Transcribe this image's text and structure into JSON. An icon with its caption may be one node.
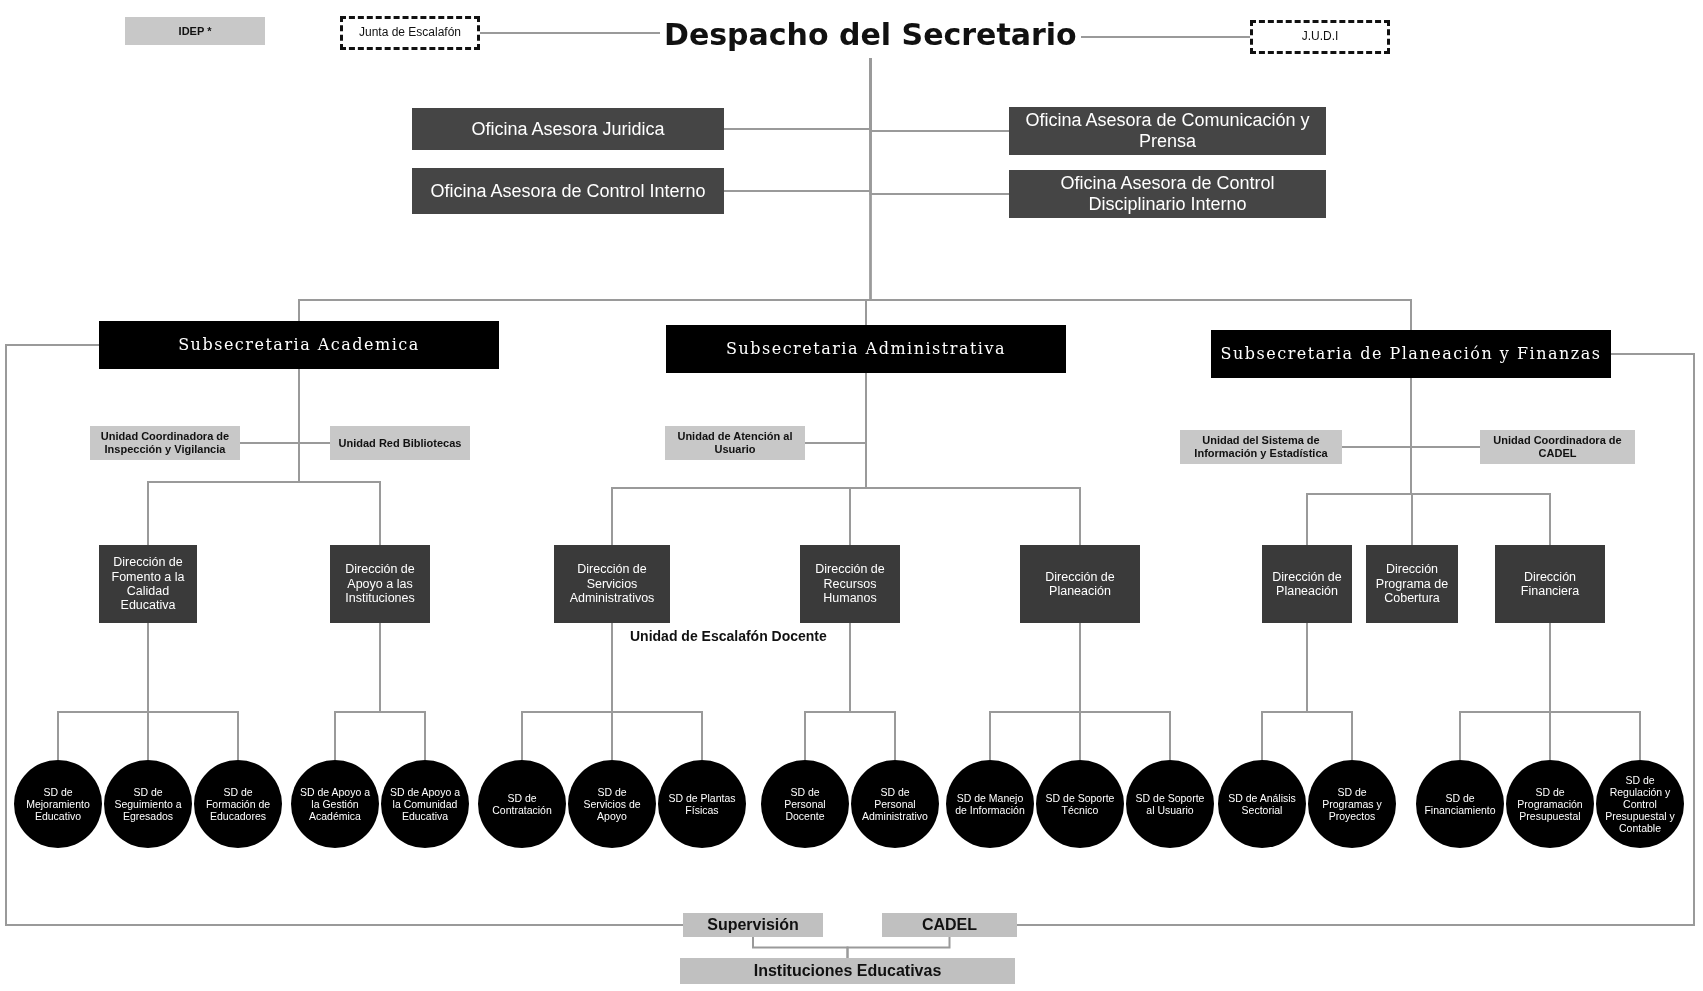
{
  "diagram": {
    "nodes": [
      {
        "text": [
          "IDEP *"
        ]
      },
      {
        "text": [
          "Junta de Escalafón"
        ]
      },
      {
        "text": [
          "Despacho del Secretario"
        ]
      },
      {
        "text": [
          "J.U.D.I"
        ]
      },
      {
        "text": [
          "Oficina Asesora Juridica"
        ]
      },
      {
        "text": [
          "Oficina Asesora de Comunicación y Prensa"
        ]
      },
      {
        "text": [
          "Oficina Asesora de Control Interno"
        ]
      },
      {
        "text": [
          "Oficina Asesora de Control Disciplinario Interno"
        ]
      },
      {
        "text": [
          "Subsecretaria Academica"
        ]
      },
      {
        "text": [
          "Subsecretaria Administrativa"
        ]
      },
      {
        "text": [
          "Subsecretaria de Planeación y Finanzas"
        ]
      },
      {
        "text": [
          "Unidad Coordinadora de Inspección y Vigilancia"
        ]
      },
      {
        "text": [
          "Unidad Red Bibliotecas"
        ]
      },
      {
        "text": [
          "Unidad de Atención al Usuario"
        ]
      },
      {
        "text": [
          "Unidad del Sistema de Información y Estadística"
        ]
      },
      {
        "text": [
          "Unidad Coordinadora de CADEL"
        ]
      },
      {
        "text": [
          "Dirección de Fomento a la Calidad Educativa"
        ]
      },
      {
        "text": [
          "Dirección de Apoyo a las Instituciones"
        ]
      },
      {
        "text": [
          "Dirección de Servicios Administrativos"
        ]
      },
      {
        "text": [
          "Dirección de Recursos Humanos"
        ]
      },
      {
        "text": [
          "Dirección de Planeación"
        ]
      },
      {
        "text": [
          "Dirección de Planeación"
        ]
      },
      {
        "text": [
          "Dirección Programa de Cobertura"
        ]
      },
      {
        "text": [
          "Dirección Financiera"
        ]
      },
      {
        "text": [
          "SD de Mejoramiento Educativo"
        ]
      },
      {
        "text": [
          "SD de Seguimiento a Egresados"
        ]
      },
      {
        "text": [
          "SD de Formación de Educadores"
        ]
      },
      {
        "text": [
          "SD de Apoyo a la Gestión Académica"
        ]
      },
      {
        "text": [
          "SD de Apoyo a la Comunidad Educativa"
        ]
      },
      {
        "text": [
          "SD de Contratación"
        ]
      },
      {
        "text": [
          "SD de Servicios de Apoyo"
        ]
      },
      {
        "text": [
          "SD de Plantas Físicas"
        ]
      },
      {
        "text": [
          "SD de Personal Docente"
        ]
      },
      {
        "text": [
          "SD de Personal Administrativo"
        ]
      },
      {
        "text": [
          "SD de Manejo de Información"
        ]
      },
      {
        "text": [
          "SD de Soporte Técnico"
        ]
      },
      {
        "text": [
          "SD de Soporte al Usuario"
        ]
      },
      {
        "text": [
          "SD de Análisis Sectorial"
        ]
      },
      {
        "text": [
          "SD de Programas y Proyectos"
        ]
      },
      {
        "text": [
          "SD de Financiamiento"
        ]
      },
      {
        "text": [
          "SD de Programación Presupuestal"
        ]
      },
      {
        "text": [
          "SD de Regulación y Control Presupuestal y Contable"
        ]
      },
      {
        "text": [
          "Supervisión"
        ]
      },
      {
        "text": [
          "CADEL"
        ]
      },
      {
        "text": [
          "Instituciones Educativas"
        ]
      }
    ],
    "edges": [
      {
        "from": 1,
        "to": 2,
        "arrow": "none"
      },
      {
        "from": 2,
        "to": 3,
        "arrow": "none"
      },
      {
        "from": 2,
        "to": 4,
        "arrow": "none"
      },
      {
        "from": 2,
        "to": 5,
        "arrow": "none"
      },
      {
        "from": 2,
        "to": 6,
        "arrow": "none"
      },
      {
        "from": 2,
        "to": 7,
        "arrow": "none"
      },
      {
        "from": 2,
        "to": 8,
        "arrow": "none"
      },
      {
        "from": 2,
        "to": 9,
        "arrow": "none"
      },
      {
        "from": 2,
        "to": 10,
        "arrow": "none"
      },
      {
        "from": 8,
        "to": 11,
        "arrow": "none"
      },
      {
        "from": 8,
        "to": 12,
        "arrow": "none"
      },
      {
        "from": 8,
        "to": 16,
        "arrow": "none"
      },
      {
        "from": 8,
        "to": 17,
        "arrow": "none"
      },
      {
        "from": 9,
        "to": 13,
        "arrow": "none"
      },
      {
        "from": 9,
        "to": 18,
        "arrow": "none"
      },
      {
        "from": 9,
        "to": 19,
        "arrow": "none"
      },
      {
        "from": 9,
        "to": 20,
        "arrow": "none"
      },
      {
        "from": 10,
        "to": 14,
        "arrow": "none"
      },
      {
        "from": 10,
        "to": 15,
        "arrow": "none"
      },
      {
        "from": 10,
        "to": 21,
        "arrow": "none"
      },
      {
        "from": 10,
        "to": 22,
        "arrow": "none"
      },
      {
        "from": 10,
        "to": 23,
        "arrow": "none"
      },
      {
        "from": 16,
        "to": 24,
        "arrow": "none"
      },
      {
        "from": 16,
        "to": 25,
        "arrow": "none"
      },
      {
        "from": 16,
        "to": 26,
        "arrow": "none"
      },
      {
        "from": 17,
        "to": 27,
        "arrow": "none"
      },
      {
        "from": 17,
        "to": 28,
        "arrow": "none"
      },
      {
        "from": 18,
        "to": 29,
        "arrow": "none"
      },
      {
        "from": 18,
        "to": 30,
        "arrow": "none"
      },
      {
        "from": 18,
        "to": 31,
        "arrow": "none"
      },
      {
        "from": 19,
        "to": 32,
        "arrow": "none"
      },
      {
        "from": 19,
        "to": 33,
        "arrow": "none"
      },
      {
        "from": 20,
        "to": 34,
        "arrow": "none"
      },
      {
        "from": 20,
        "to": 35,
        "arrow": "none"
      },
      {
        "from": 20,
        "to": 36,
        "arrow": "none"
      },
      {
        "from": 21,
        "to": 37,
        "arrow": "none"
      },
      {
        "from": 21,
        "to": 38,
        "arrow": "none"
      },
      {
        "from": 23,
        "to": 39,
        "arrow": "none"
      },
      {
        "from": 23,
        "to": 40,
        "arrow": "none"
      },
      {
        "from": 23,
        "to": 41,
        "arrow": "none"
      },
      {
        "from": 8,
        "to": 42,
        "arrow": "none"
      },
      {
        "from": 10,
        "to": 43,
        "arrow": "none"
      },
      {
        "from": 42,
        "to": 44,
        "arrow": "none"
      },
      {
        "from": 43,
        "to": 44,
        "arrow": "none"
      }
    ],
    "labels": [
      "Unidad de Escalafón Docente"
    ]
  }
}
